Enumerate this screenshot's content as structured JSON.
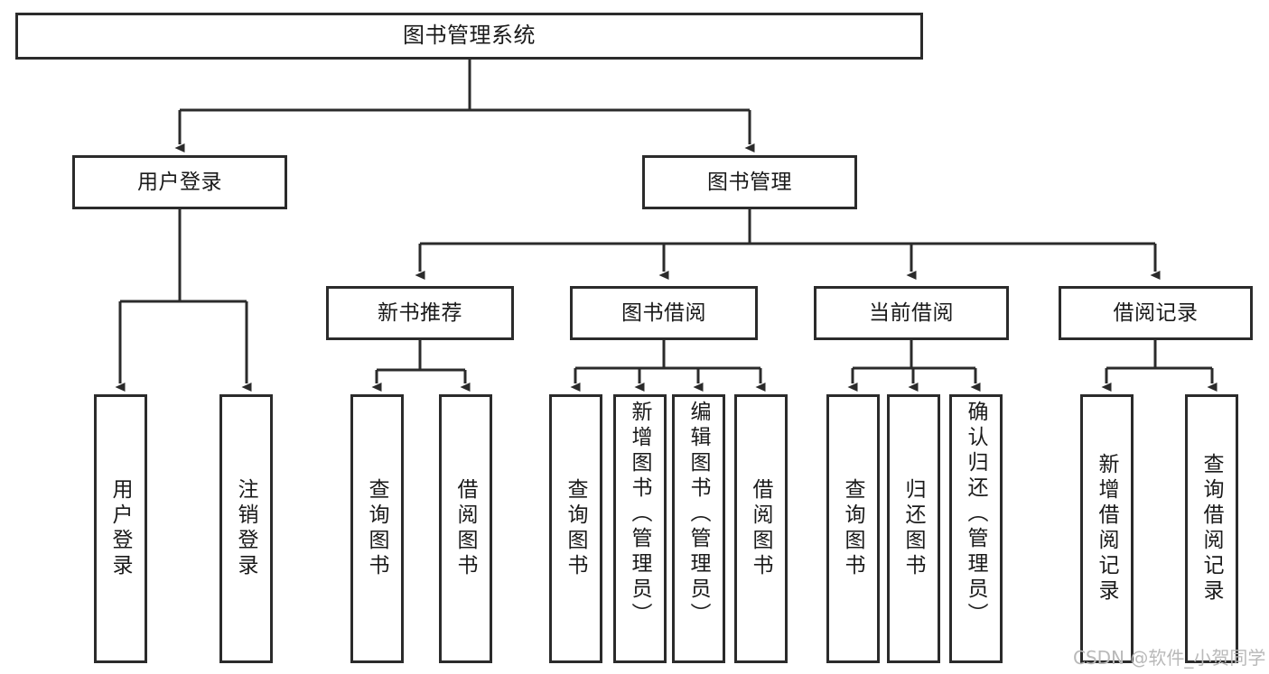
{
  "diagram": {
    "type": "tree",
    "title": "图书管理系统",
    "root": {
      "label": "图书管理系统"
    },
    "level1": [
      {
        "label": "用户登录"
      },
      {
        "label": "图书管理"
      }
    ],
    "level2": [
      {
        "label": "新书推荐"
      },
      {
        "label": "图书借阅"
      },
      {
        "label": "当前借阅"
      },
      {
        "label": "借阅记录"
      }
    ],
    "leaves": {
      "user_login": [
        {
          "label": "用户登录"
        },
        {
          "label": "注销登录"
        }
      ],
      "new_book": [
        {
          "label": "查询图书"
        },
        {
          "label": "借阅图书"
        }
      ],
      "book_borrow": [
        {
          "label": "查询图书"
        },
        {
          "label": "新增图书（管理员）"
        },
        {
          "label": "编辑图书（管理员）"
        },
        {
          "label": "借阅图书"
        }
      ],
      "current_borrow": [
        {
          "label": "查询图书"
        },
        {
          "label": "归还图书"
        },
        {
          "label": "确认归还（管理员）"
        }
      ],
      "borrow_record": [
        {
          "label": "新增借阅记录"
        },
        {
          "label": "查询借阅记录"
        }
      ]
    }
  },
  "watermark": {
    "text": "CSDN @软件_小贺同学"
  },
  "colors": {
    "border": "#2b2b2b",
    "text": "#1a1a1a",
    "background": "#ffffff",
    "watermark": "#b9b9b9"
  }
}
